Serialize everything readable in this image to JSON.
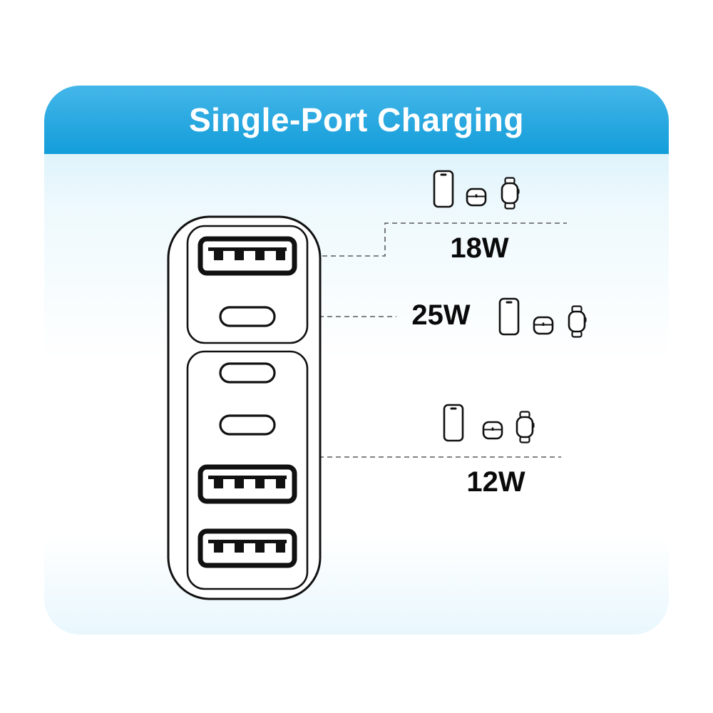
{
  "title": "Single-Port Charging",
  "wattages": {
    "top": "18W",
    "middle": "25W",
    "bottom": "12W"
  },
  "charger": {
    "port_count": 6,
    "ports": [
      "usb-a",
      "usb-c",
      "usb-c",
      "usb-c",
      "usb-a",
      "usb-a"
    ]
  },
  "device_icons": [
    "phone",
    "earbuds-case",
    "smartwatch"
  ],
  "colors": {
    "header_blue_top": "#44b7e9",
    "header_blue_bottom": "#139ed9",
    "body_tint": "#c9ecf9",
    "outline": "#111111",
    "dash_line": "#5a5a5a",
    "label_text": "#0a0a0a",
    "title_text": "#ffffff"
  }
}
